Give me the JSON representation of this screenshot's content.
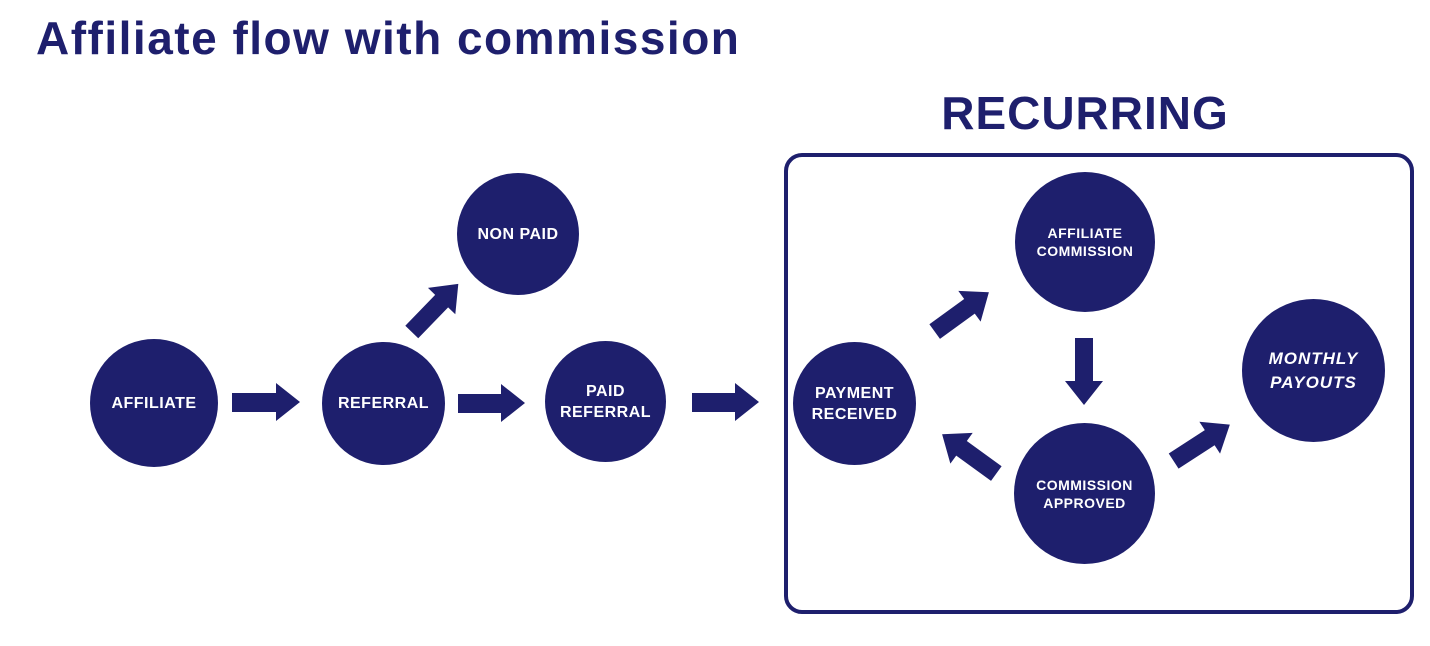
{
  "title": "Affiliate flow with commission",
  "recurring_label": "RECURRING",
  "nodes": {
    "affiliate": "AFFILIATE",
    "referral": "REFERRAL",
    "non_paid": "NON PAID",
    "paid_referral": "PAID\nREFERRAL",
    "payment_received": "PAYMENT\nRECEIVED",
    "affiliate_commission": "AFFILIATE\nCOMMISSION",
    "commission_approved": "COMMISSION\nAPPROVED",
    "monthly_payouts": "MONTHLY\nPAYOUTS"
  },
  "colors": {
    "primary": "#1e1f6d",
    "node_text": "#ffffff",
    "background": "#ffffff"
  }
}
